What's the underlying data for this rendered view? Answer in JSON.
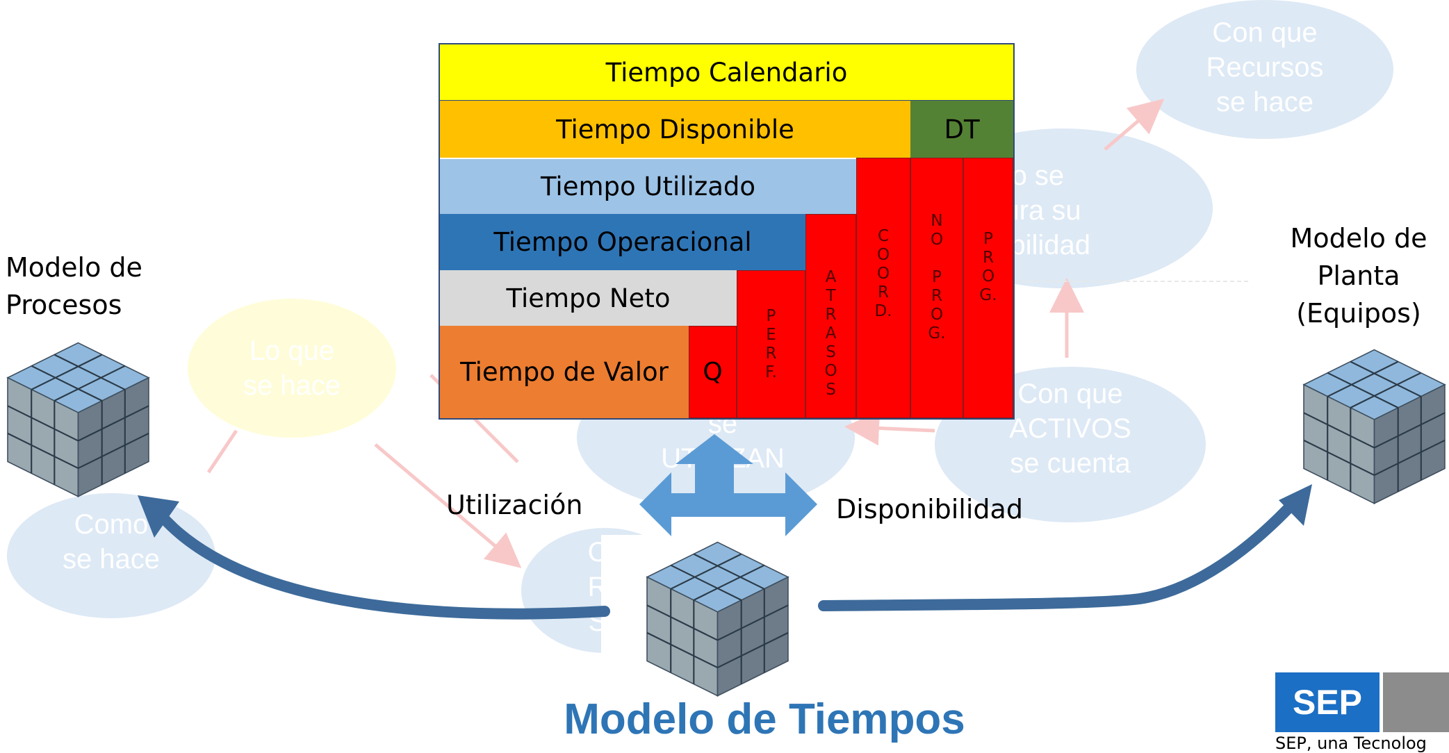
{
  "table": {
    "calendario": "Tiempo Calendario",
    "disponible": "Tiempo Disponible",
    "dt": "DT",
    "utilizado": "Tiempo Utilizado",
    "operacional": "Tiempo Operacional",
    "neto": "Tiempo Neto",
    "valor": "Tiempo de Valor",
    "q": "Q",
    "perf": "P\nE\nR\nF.",
    "atrasos": "A\nT\nR\nA\nS\nO\nS",
    "coord": "C\nO\nO\nR\nD.",
    "no_prog": "N\nO\n\nP\nR\nO\nG.",
    "prog": "P\nR\nO\nG."
  },
  "labels": {
    "modelo_procesos": "Modelo de\nProcesos",
    "modelo_planta": "Modelo de\nPlanta\n(Equipos)",
    "utilizacion": "Utilización",
    "disponibilidad": "Disponibilidad",
    "title": "Modelo de Tiempos"
  },
  "bubbles": {
    "recursos": "Con que\nRecursos\nse hace",
    "asegura": "omo se\negura su\nonibilidad",
    "lo_que": "Lo que\nse hace",
    "como": "Como\nse hace",
    "activos": "Con que\nACTIVOS\nse cuenta",
    "utilizan": "se\nUTILIZAN",
    "c_left": "C\nR\nS"
  },
  "logo": {
    "brand": "SEP",
    "tagline": "SEP, una Tecnolog"
  },
  "colors": {
    "calendario": "#ffff00",
    "disponible": "#ffc000",
    "dt": "#548235",
    "utilizado": "#9dc3e6",
    "operacional": "#2e75b6",
    "neto": "#d9d9d9",
    "valor": "#ed7d31",
    "loss": "#ff0000",
    "arrow": "#3d6a9a",
    "cross_arrow": "#5b9bd5",
    "title": "#2e75b6"
  }
}
